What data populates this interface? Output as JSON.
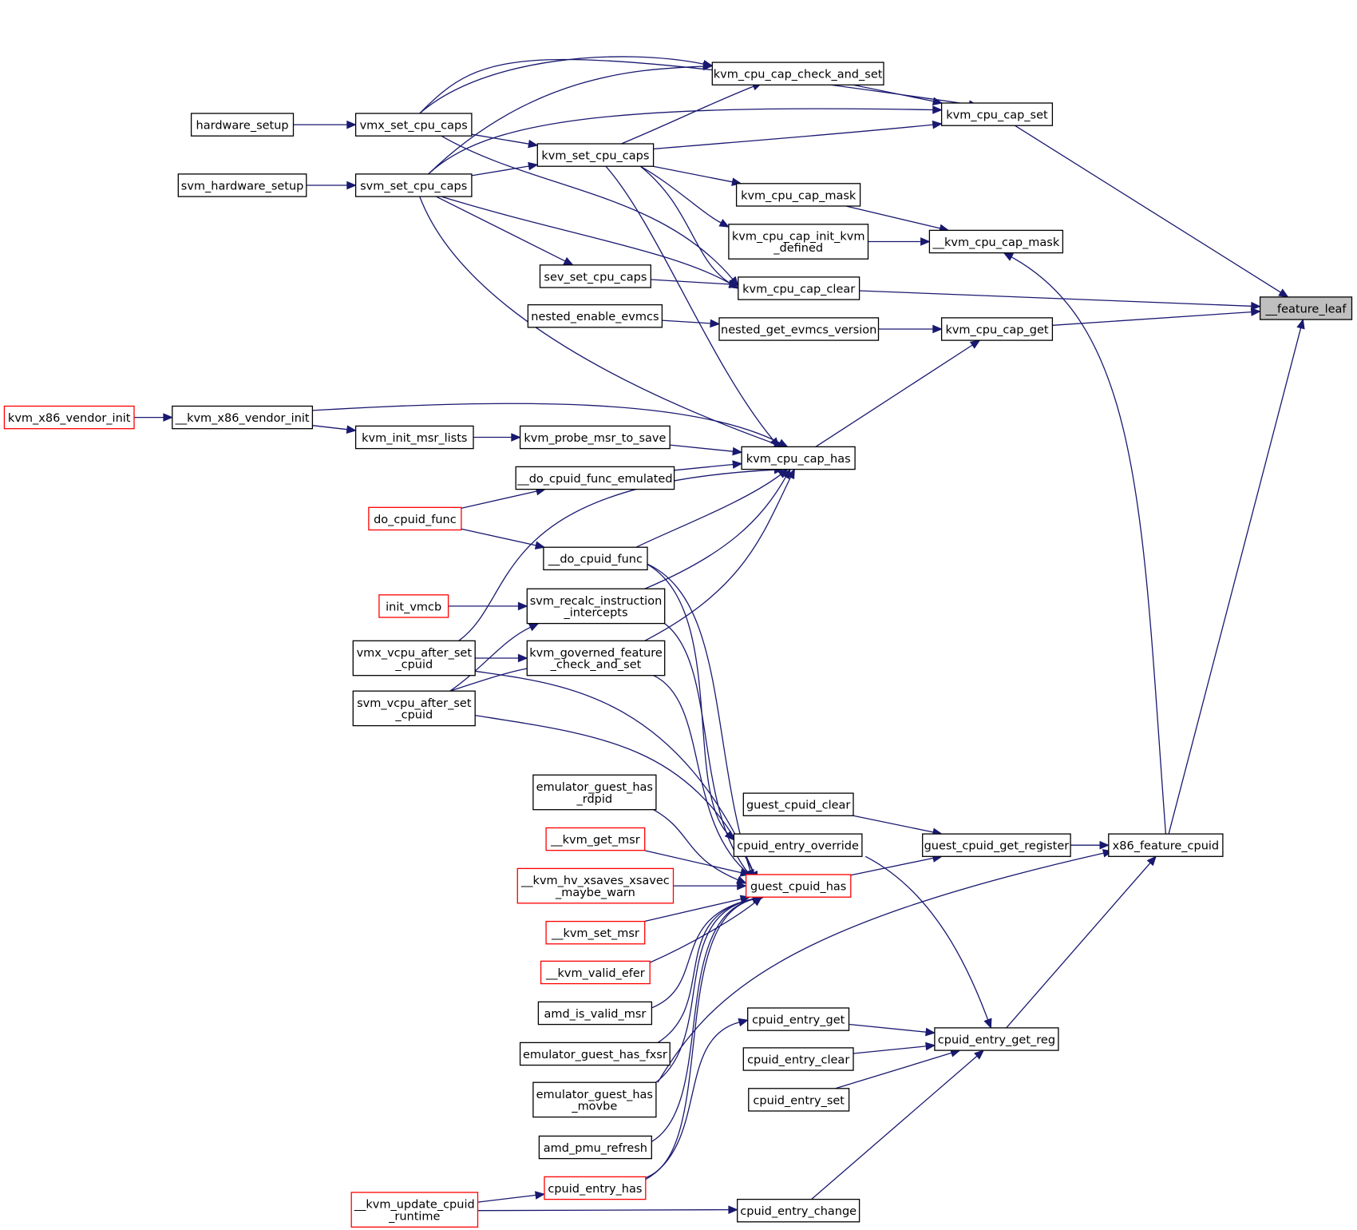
{
  "nodes": {
    "feature_leaf": {
      "lines": [
        "__feature_leaf"
      ],
      "color": "target"
    },
    "kvm_cpu_cap_set": {
      "lines": [
        "kvm_cpu_cap_set"
      ],
      "color": "black"
    },
    "kvm_cpu_cap_check_and_set": {
      "lines": [
        "kvm_cpu_cap_check_and_set"
      ],
      "color": "black"
    },
    "vmx_set_cpu_caps": {
      "lines": [
        "vmx_set_cpu_caps"
      ],
      "color": "black"
    },
    "hardware_setup": {
      "lines": [
        "hardware_setup"
      ],
      "color": "black"
    },
    "kvm_set_cpu_caps": {
      "lines": [
        "kvm_set_cpu_caps"
      ],
      "color": "black"
    },
    "svm_set_cpu_caps": {
      "lines": [
        "svm_set_cpu_caps"
      ],
      "color": "black"
    },
    "svm_hardware_setup": {
      "lines": [
        "svm_hardware_setup"
      ],
      "color": "black"
    },
    "kvm_cpu_cap_mask": {
      "lines": [
        "kvm_cpu_cap_mask"
      ],
      "color": "black"
    },
    "kvm_cpu_cap_init_kvm_defined": {
      "lines": [
        "kvm_cpu_cap_init_kvm",
        "_defined"
      ],
      "color": "black"
    },
    "__kvm_cpu_cap_mask": {
      "lines": [
        "__kvm_cpu_cap_mask"
      ],
      "color": "black"
    },
    "sev_set_cpu_caps": {
      "lines": [
        "sev_set_cpu_caps"
      ],
      "color": "black"
    },
    "kvm_cpu_cap_clear": {
      "lines": [
        "kvm_cpu_cap_clear"
      ],
      "color": "black"
    },
    "nested_enable_evmcs": {
      "lines": [
        "nested_enable_evmcs"
      ],
      "color": "black"
    },
    "nested_get_evmcs_version": {
      "lines": [
        "nested_get_evmcs_version"
      ],
      "color": "black"
    },
    "kvm_cpu_cap_get": {
      "lines": [
        "kvm_cpu_cap_get"
      ],
      "color": "black"
    },
    "kvm_x86_vendor_init": {
      "lines": [
        "kvm_x86_vendor_init"
      ],
      "color": "red"
    },
    "__kvm_x86_vendor_init": {
      "lines": [
        "__kvm_x86_vendor_init"
      ],
      "color": "black"
    },
    "kvm_init_msr_lists": {
      "lines": [
        "kvm_init_msr_lists"
      ],
      "color": "black"
    },
    "kvm_probe_msr_to_save": {
      "lines": [
        "kvm_probe_msr_to_save"
      ],
      "color": "black"
    },
    "kvm_cpu_cap_has": {
      "lines": [
        "kvm_cpu_cap_has"
      ],
      "color": "black"
    },
    "__do_cpuid_func_emulated": {
      "lines": [
        "__do_cpuid_func_emulated"
      ],
      "color": "black"
    },
    "do_cpuid_func": {
      "lines": [
        "do_cpuid_func"
      ],
      "color": "red"
    },
    "__do_cpuid_func": {
      "lines": [
        "__do_cpuid_func"
      ],
      "color": "black"
    },
    "init_vmcb": {
      "lines": [
        "init_vmcb"
      ],
      "color": "red"
    },
    "svm_recalc_instruction_intercepts": {
      "lines": [
        "svm_recalc_instruction",
        "_intercepts"
      ],
      "color": "black"
    },
    "vmx_vcpu_after_set_cpuid": {
      "lines": [
        "vmx_vcpu_after_set",
        "_cpuid"
      ],
      "color": "black"
    },
    "kvm_governed_feature_check_and_set": {
      "lines": [
        "kvm_governed_feature",
        "_check_and_set"
      ],
      "color": "black"
    },
    "svm_vcpu_after_set_cpuid": {
      "lines": [
        "svm_vcpu_after_set",
        "_cpuid"
      ],
      "color": "black"
    },
    "emulator_guest_has_rdpid": {
      "lines": [
        "emulator_guest_has",
        "_rdpid"
      ],
      "color": "black"
    },
    "guest_cpuid_clear": {
      "lines": [
        "guest_cpuid_clear"
      ],
      "color": "black"
    },
    "__kvm_get_msr": {
      "lines": [
        "__kvm_get_msr"
      ],
      "color": "red"
    },
    "cpuid_entry_override": {
      "lines": [
        "cpuid_entry_override"
      ],
      "color": "black"
    },
    "guest_cpuid_get_register": {
      "lines": [
        "guest_cpuid_get_register"
      ],
      "color": "black"
    },
    "x86_feature_cpuid": {
      "lines": [
        "x86_feature_cpuid"
      ],
      "color": "black"
    },
    "__kvm_hv_xsaves_xsavec_maybe_warn": {
      "lines": [
        "__kvm_hv_xsaves_xsavec",
        "_maybe_warn"
      ],
      "color": "red"
    },
    "guest_cpuid_has": {
      "lines": [
        "guest_cpuid_has"
      ],
      "color": "red"
    },
    "__kvm_set_msr": {
      "lines": [
        "__kvm_set_msr"
      ],
      "color": "red"
    },
    "__kvm_valid_efer": {
      "lines": [
        "__kvm_valid_efer"
      ],
      "color": "red"
    },
    "amd_is_valid_msr": {
      "lines": [
        "amd_is_valid_msr"
      ],
      "color": "black"
    },
    "cpuid_entry_get": {
      "lines": [
        "cpuid_entry_get"
      ],
      "color": "black"
    },
    "cpuid_entry_get_reg": {
      "lines": [
        "cpuid_entry_get_reg"
      ],
      "color": "black"
    },
    "emulator_guest_has_fxsr": {
      "lines": [
        "emulator_guest_has_fxsr"
      ],
      "color": "black"
    },
    "cpuid_entry_clear": {
      "lines": [
        "cpuid_entry_clear"
      ],
      "color": "black"
    },
    "emulator_guest_has_movbe": {
      "lines": [
        "emulator_guest_has",
        "_movbe"
      ],
      "color": "black"
    },
    "cpuid_entry_set": {
      "lines": [
        "cpuid_entry_set"
      ],
      "color": "black"
    },
    "amd_pmu_refresh": {
      "lines": [
        "amd_pmu_refresh"
      ],
      "color": "black"
    },
    "cpuid_entry_has": {
      "lines": [
        "cpuid_entry_has"
      ],
      "color": "red"
    },
    "__kvm_update_cpuid_runtime": {
      "lines": [
        "__kvm_update_cpuid",
        "_runtime"
      ],
      "color": "red"
    },
    "cpuid_entry_change": {
      "lines": [
        "cpuid_entry_change"
      ],
      "color": "black"
    }
  },
  "edges": [
    [
      "kvm_cpu_cap_set",
      "feature_leaf"
    ],
    [
      "kvm_cpu_cap_clear",
      "feature_leaf"
    ],
    [
      "kvm_cpu_cap_get",
      "feature_leaf"
    ],
    [
      "x86_feature_cpuid",
      "feature_leaf"
    ],
    [
      "kvm_cpu_cap_check_and_set",
      "kvm_cpu_cap_set"
    ],
    [
      "vmx_set_cpu_caps",
      "kvm_cpu_cap_set"
    ],
    [
      "kvm_set_cpu_caps",
      "kvm_cpu_cap_set"
    ],
    [
      "svm_set_cpu_caps",
      "kvm_cpu_cap_set"
    ],
    [
      "vmx_set_cpu_caps",
      "kvm_cpu_cap_check_and_set"
    ],
    [
      "kvm_set_cpu_caps",
      "kvm_cpu_cap_check_and_set"
    ],
    [
      "svm_set_cpu_caps",
      "kvm_cpu_cap_check_and_set"
    ],
    [
      "hardware_setup",
      "vmx_set_cpu_caps"
    ],
    [
      "vmx_set_cpu_caps",
      "kvm_set_cpu_caps"
    ],
    [
      "svm_set_cpu_caps",
      "kvm_set_cpu_caps"
    ],
    [
      "svm_hardware_setup",
      "svm_set_cpu_caps"
    ],
    [
      "kvm_set_cpu_caps",
      "kvm_cpu_cap_mask"
    ],
    [
      "kvm_set_cpu_caps",
      "kvm_cpu_cap_init_kvm_defined"
    ],
    [
      "kvm_cpu_cap_mask",
      "__kvm_cpu_cap_mask"
    ],
    [
      "kvm_cpu_cap_init_kvm_defined",
      "__kvm_cpu_cap_mask"
    ],
    [
      "svm_set_cpu_caps",
      "sev_set_cpu_caps"
    ],
    [
      "vmx_set_cpu_caps",
      "kvm_cpu_cap_clear"
    ],
    [
      "kvm_set_cpu_caps",
      "kvm_cpu_cap_clear"
    ],
    [
      "svm_set_cpu_caps",
      "kvm_cpu_cap_clear"
    ],
    [
      "sev_set_cpu_caps",
      "kvm_cpu_cap_clear"
    ],
    [
      "nested_enable_evmcs",
      "nested_get_evmcs_version"
    ],
    [
      "nested_get_evmcs_version",
      "kvm_cpu_cap_get"
    ],
    [
      "kvm_cpu_cap_has",
      "kvm_cpu_cap_get"
    ],
    [
      "kvm_x86_vendor_init",
      "__kvm_x86_vendor_init"
    ],
    [
      "__kvm_x86_vendor_init",
      "kvm_init_msr_lists"
    ],
    [
      "kvm_init_msr_lists",
      "kvm_probe_msr_to_save"
    ],
    [
      "kvm_probe_msr_to_save",
      "kvm_cpu_cap_has"
    ],
    [
      "__kvm_x86_vendor_init",
      "kvm_cpu_cap_has"
    ],
    [
      "kvm_set_cpu_caps",
      "kvm_cpu_cap_has"
    ],
    [
      "svm_set_cpu_caps",
      "kvm_cpu_cap_has"
    ],
    [
      "__do_cpuid_func_emulated",
      "kvm_cpu_cap_has"
    ],
    [
      "__do_cpuid_func",
      "kvm_cpu_cap_has"
    ],
    [
      "svm_recalc_instruction_intercepts",
      "kvm_cpu_cap_has"
    ],
    [
      "vmx_vcpu_after_set_cpuid",
      "kvm_cpu_cap_has"
    ],
    [
      "kvm_governed_feature_check_and_set",
      "kvm_cpu_cap_has"
    ],
    [
      "do_cpuid_func",
      "__do_cpuid_func_emulated"
    ],
    [
      "do_cpuid_func",
      "__do_cpuid_func"
    ],
    [
      "init_vmcb",
      "svm_recalc_instruction_intercepts"
    ],
    [
      "svm_vcpu_after_set_cpuid",
      "svm_recalc_instruction_intercepts"
    ],
    [
      "vmx_vcpu_after_set_cpuid",
      "kvm_governed_feature_check_and_set"
    ],
    [
      "svm_vcpu_after_set_cpuid",
      "kvm_governed_feature_check_and_set"
    ],
    [
      "guest_cpuid_clear",
      "guest_cpuid_get_register"
    ],
    [
      "guest_cpuid_has",
      "guest_cpuid_get_register"
    ],
    [
      "guest_cpuid_get_register",
      "x86_feature_cpuid"
    ],
    [
      "guest_cpuid_has",
      "x86_feature_cpuid"
    ],
    [
      "cpuid_entry_get_reg",
      "x86_feature_cpuid"
    ],
    [
      "x86_feature_cpuid",
      "__kvm_cpu_cap_mask"
    ],
    [
      "cpuid_entry_get",
      "cpuid_entry_get_reg"
    ],
    [
      "cpuid_entry_clear",
      "cpuid_entry_get_reg"
    ],
    [
      "cpuid_entry_set",
      "cpuid_entry_get_reg"
    ],
    [
      "cpuid_entry_change",
      "cpuid_entry_get_reg"
    ],
    [
      "cpuid_entry_override",
      "cpuid_entry_get_reg"
    ],
    [
      "cpuid_entry_has",
      "cpuid_entry_get"
    ],
    [
      "__kvm_update_cpuid_runtime",
      "cpuid_entry_has"
    ],
    [
      "__kvm_update_cpuid_runtime",
      "cpuid_entry_change"
    ],
    [
      "__do_cpuid_func",
      "cpuid_entry_override"
    ],
    [
      "__do_cpuid_func",
      "guest_cpuid_has"
    ],
    [
      "svm_recalc_instruction_intercepts",
      "guest_cpuid_has"
    ],
    [
      "vmx_vcpu_after_set_cpuid",
      "guest_cpuid_has"
    ],
    [
      "kvm_governed_feature_check_and_set",
      "guest_cpuid_has"
    ],
    [
      "svm_vcpu_after_set_cpuid",
      "guest_cpuid_has"
    ],
    [
      "emulator_guest_has_rdpid",
      "guest_cpuid_has"
    ],
    [
      "__kvm_get_msr",
      "guest_cpuid_has"
    ],
    [
      "__kvm_hv_xsaves_xsavec_maybe_warn",
      "guest_cpuid_has"
    ],
    [
      "__kvm_set_msr",
      "guest_cpuid_has"
    ],
    [
      "__kvm_valid_efer",
      "guest_cpuid_has"
    ],
    [
      "amd_is_valid_msr",
      "guest_cpuid_has"
    ],
    [
      "emulator_guest_has_fxsr",
      "guest_cpuid_has"
    ],
    [
      "emulator_guest_has_movbe",
      "guest_cpuid_has"
    ],
    [
      "amd_pmu_refresh",
      "guest_cpuid_has"
    ],
    [
      "cpuid_entry_has",
      "guest_cpuid_has"
    ]
  ]
}
